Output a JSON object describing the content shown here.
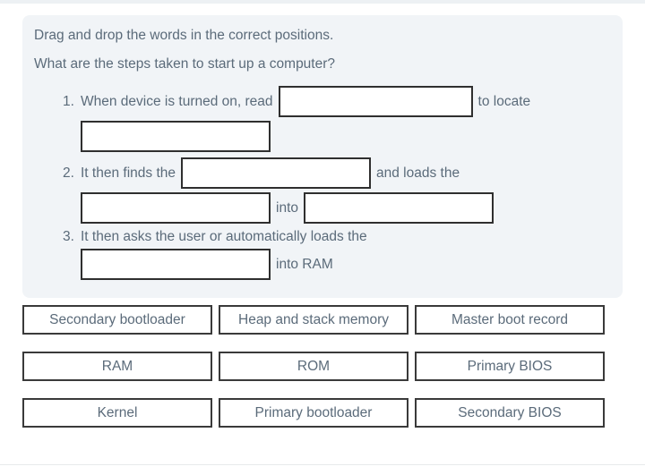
{
  "panel": {
    "instruction": "Drag and drop the words in the correct positions.",
    "question": "What are the steps taken to start up a computer?",
    "steps": {
      "s1": {
        "num": "1.",
        "before": "When device is turned on, read",
        "after": "to locate"
      },
      "s2": {
        "num": "2.",
        "before": "It then finds the",
        "after": "and loads the",
        "mid": "into"
      },
      "s3": {
        "num": "3.",
        "line1": "It then asks the user or automatically loads the",
        "after": "into RAM"
      }
    }
  },
  "word_bank": {
    "items": [
      "Secondary bootloader",
      "Heap and stack memory",
      "Master boot record",
      "RAM",
      "ROM",
      "Primary BIOS",
      "Kernel",
      "Primary bootloader",
      "Secondary BIOS"
    ]
  },
  "colors": {
    "panel_bg": "#f1f4f7",
    "text": "#5b6b7a",
    "blank_border": "#2f2f2f",
    "chip_border": "#3a3a3a",
    "top_strip": "#edf1f4"
  }
}
